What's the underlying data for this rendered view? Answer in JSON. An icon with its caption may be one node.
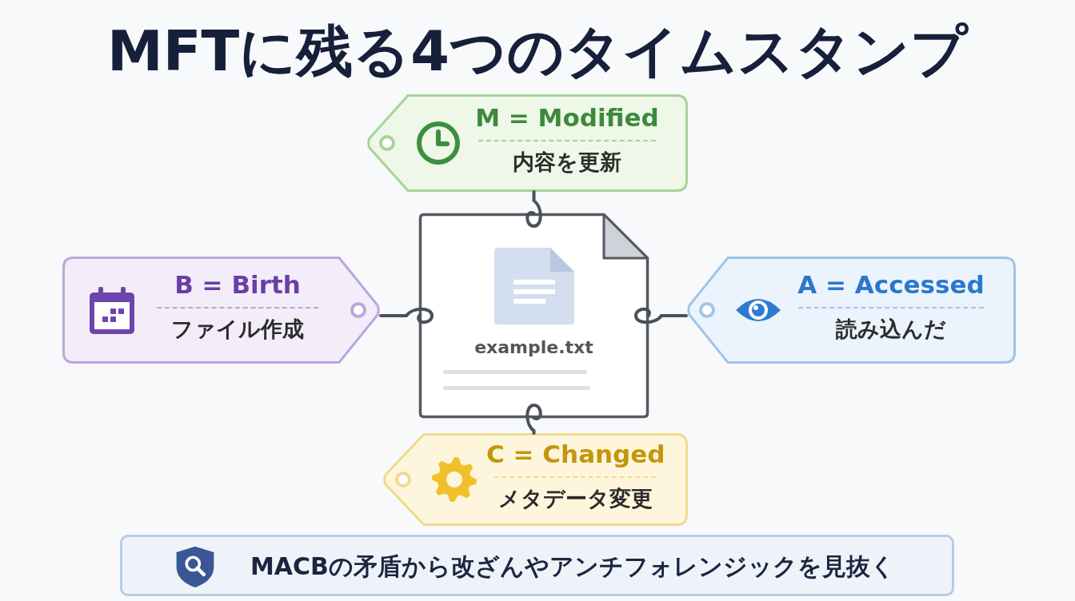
{
  "diagram": {
    "title": "MFTに残る4つのタイムスタンプ",
    "nodes": [
      {
        "text": [
          "example.txt"
        ]
      },
      {
        "text": [
          "M = Modified",
          "内容を更新"
        ]
      },
      {
        "text": [
          "B = Birth",
          "ファイル作成"
        ]
      },
      {
        "text": [
          "A = Accessed",
          "読み込んだ"
        ]
      },
      {
        "text": [
          "C = Changed",
          "メタデータ変更"
        ]
      },
      {
        "text": [
          "MACBの矛盾から改ざんやアンチフォレンジックを見抜く"
        ]
      }
    ],
    "edges": [
      {
        "from": 1,
        "to": 0,
        "arrow": "none"
      },
      {
        "from": 2,
        "to": 0,
        "arrow": "none"
      },
      {
        "from": 3,
        "to": 0,
        "arrow": "none"
      },
      {
        "from": 4,
        "to": 0,
        "arrow": "none"
      }
    ]
  }
}
